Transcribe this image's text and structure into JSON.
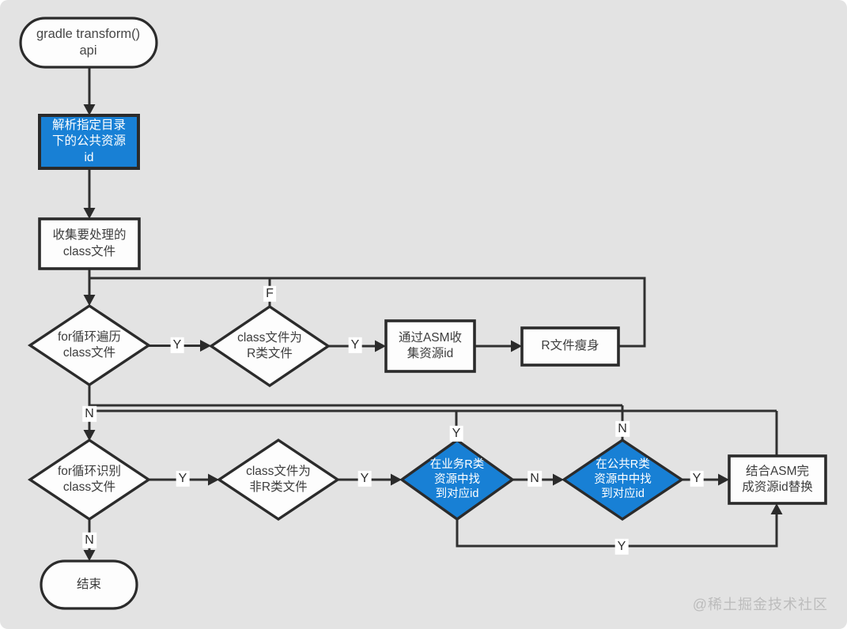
{
  "nodes": {
    "start": {
      "label": "gradle transform()\napi"
    },
    "parse_common_res": {
      "label": "解析指定目录\n下的公共资源\nid"
    },
    "collect_class": {
      "label": "收集要处理的\nclass文件"
    },
    "for_loop_traverse": {
      "label": "for循环遍历\nclass文件"
    },
    "is_r_class": {
      "label": "class文件为\nR类文件"
    },
    "asm_collect_id": {
      "label": "通过ASM收\n集资源id"
    },
    "r_file_slim": {
      "label": "R文件瘦身"
    },
    "for_loop_identify": {
      "label": "for循环识别\nclass文件"
    },
    "is_non_r_class": {
      "label": "class文件为\n非R类文件"
    },
    "find_in_biz_r": {
      "label": "在业务R类\n资源中找\n到对应id"
    },
    "find_in_common_r": {
      "label": "在公共R类\n资源中中找\n到对应id"
    },
    "asm_replace_id": {
      "label": "结合ASM完\n成资源id替换"
    },
    "end": {
      "label": "结束"
    }
  },
  "edge_labels": {
    "is_r_false": "F",
    "traverse_yes": "Y",
    "is_r_yes": "Y",
    "traverse_no": "N",
    "identify_yes": "Y",
    "non_r_yes": "Y",
    "biz_r_yes_top": "Y",
    "biz_r_no": "N",
    "common_r_no_top": "N",
    "common_r_yes": "Y",
    "bottom_yes": "Y",
    "identify_no": "N"
  },
  "watermark": "@稀土掘金技术社区",
  "colors": {
    "node_blue": "#1880D5",
    "line": "#303030",
    "canvas": "#E3E3E3"
  }
}
